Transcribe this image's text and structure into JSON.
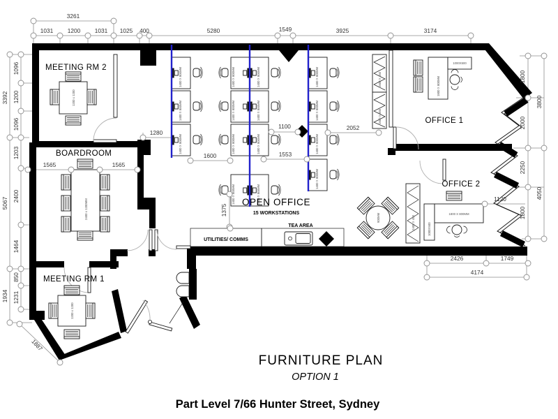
{
  "title": {
    "main": "FURNITURE PLAN",
    "option": "OPTION 1",
    "address": "Part Level 7/66 Hunter Street, Sydney"
  },
  "rooms": {
    "meeting2": "MEETING RM 2",
    "boardroom": "BOARDROOM",
    "meeting1": "MEETING RM 1",
    "open_office": "OPEN OFFICE",
    "open_office_sub": "15 WORKSTATIONS",
    "office1": "OFFICE 1",
    "office2": "OFFICE 2",
    "utilities": "UTILITIES/ COMMS",
    "tea": "TEA AREA"
  },
  "furniture": {
    "workstation": "1400 X 800MM",
    "meeting_table": "1200 x 1200",
    "board_table": "2400 x 1200MM",
    "exec_desk": "1800 X 800MM",
    "return_unit": "1000X500",
    "cabinet": "1600 X 450",
    "cabinet_tall": "2400 X 450",
    "round_table": "900MM"
  },
  "dims": {
    "top_overall": "3261",
    "top": [
      "1031",
      "1200",
      "1031",
      "1025",
      "400",
      "5280",
      "1549",
      "3925",
      "3174"
    ],
    "left_outer": [
      "3392",
      "5067",
      "1934"
    ],
    "left": [
      "1096",
      "1200",
      "1096",
      "1203",
      "2400",
      "1464",
      "850",
      "1231"
    ],
    "left_diag": "1887",
    "right": [
      "1800",
      "2000",
      "2250",
      "1800"
    ],
    "right_outer": [
      "3800",
      "4050"
    ],
    "bottom": [
      "2426",
      "1749",
      "4174"
    ],
    "b1280": "1280",
    "b1565a": "1565",
    "b1565b": "1565",
    "d1600": "1600",
    "d1553": "1553",
    "d1100": "1100",
    "d2052": "2052",
    "d1375": "1375",
    "d1120": "1120"
  },
  "colors": {
    "wall": "#000000",
    "workstation_screen": "#2222cc"
  }
}
